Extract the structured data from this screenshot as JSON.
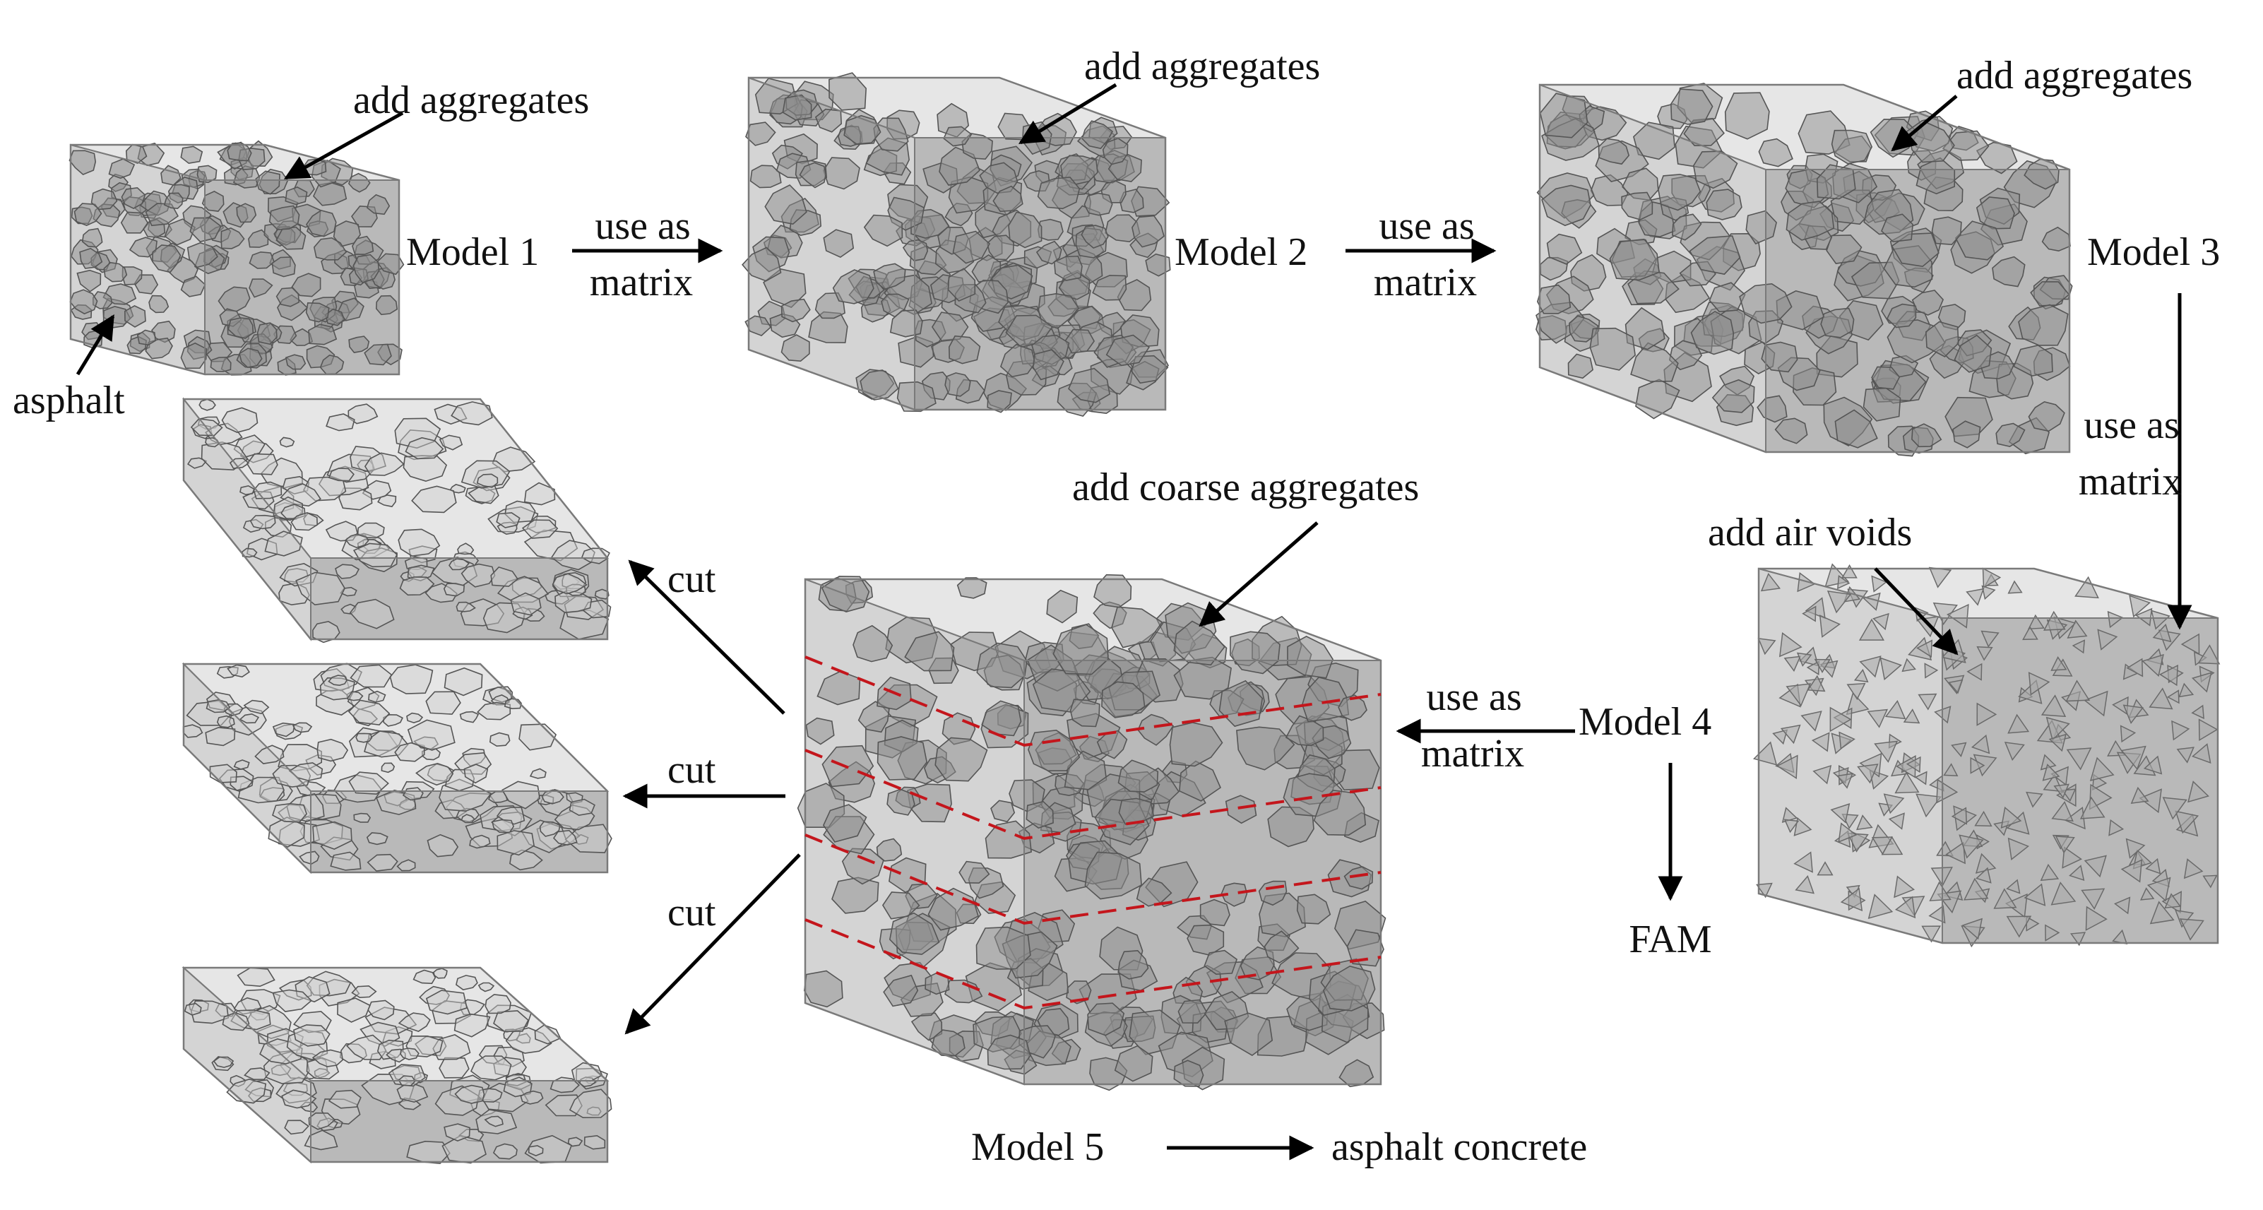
{
  "labels": {
    "add_aggregates": "add aggregates",
    "add_coarse_aggregates": "add coarse aggregates",
    "add_air_voids": "add air voids",
    "asphalt": "asphalt",
    "use_as": "use as",
    "matrix": "matrix",
    "cut": "cut",
    "fam": "FAM",
    "asphalt_concrete": "asphalt concrete"
  },
  "models": {
    "m1": "Model 1",
    "m2": "Model 2",
    "m3": "Model 3",
    "m4": "Model 4",
    "m5": "Model 5"
  },
  "colors": {
    "box_face_front": "#d4d4d4",
    "box_face_side": "#b9b9b9",
    "box_face_top": "#e6e6e6",
    "particle_stroke": "#555555",
    "particle_fill": "#8e8e8e",
    "cut_line": "#c4161c",
    "arrow": "#000000"
  }
}
